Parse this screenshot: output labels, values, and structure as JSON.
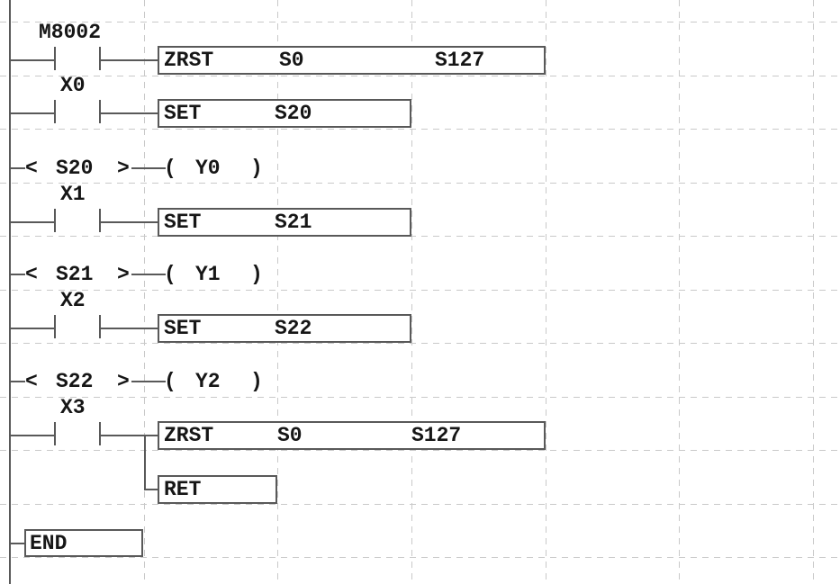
{
  "colors": {
    "line": "#595959",
    "text": "#161616",
    "grid": "#c9c9c9",
    "background": "#ffffff"
  },
  "rungs": {
    "r1": {
      "contact_label": "M8002",
      "instruction": "ZRST",
      "operand1": "S0",
      "operand2": "S127"
    },
    "r2": {
      "contact_label": "X0",
      "instruction": "SET",
      "operand1": "S20"
    },
    "r3": {
      "open_angle": "<",
      "state": "S20",
      "close_angle": ">",
      "open_paren": "(",
      "coil": "Y0",
      "close_paren": ")"
    },
    "r4": {
      "contact_label": "X1",
      "instruction": "SET",
      "operand1": "S21"
    },
    "r5": {
      "open_angle": "<",
      "state": "S21",
      "close_angle": ">",
      "open_paren": "(",
      "coil": "Y1",
      "close_paren": ")"
    },
    "r6": {
      "contact_label": "X2",
      "instruction": "SET",
      "operand1": "S22"
    },
    "r7": {
      "open_angle": "<",
      "state": "S22",
      "close_angle": ">",
      "open_paren": "(",
      "coil": "Y2",
      "close_paren": ")"
    },
    "r8": {
      "contact_label": "X3",
      "instruction": "ZRST",
      "operand1": "S0",
      "operand2": "S127"
    },
    "r9": {
      "instruction": "RET"
    },
    "r10": {
      "instruction": "END"
    }
  }
}
